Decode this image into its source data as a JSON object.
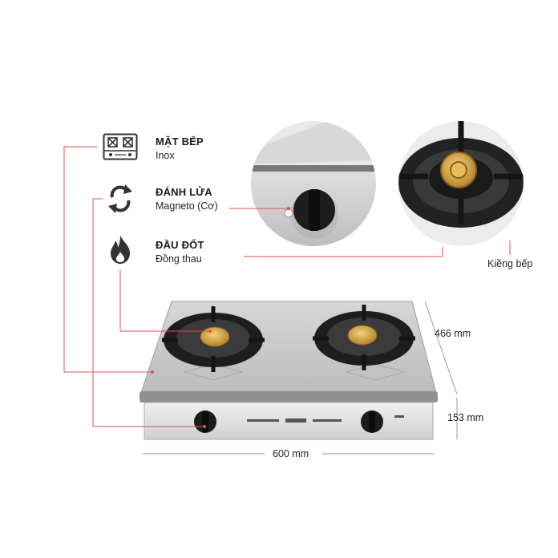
{
  "features": [
    {
      "icon": "stove-top-icon",
      "title": "MẶT BẾP",
      "subtitle": "Inox"
    },
    {
      "icon": "ignition-rotate-icon",
      "title": "ĐÁNH LỬA",
      "subtitle": "Magneto (Cơ)"
    },
    {
      "icon": "flame-icon",
      "title": "ĐẦU ĐỐT",
      "subtitle": "Đồng thau"
    }
  ],
  "callouts": {
    "pan_support": "Kiềng bếp"
  },
  "dimensions": {
    "depth": "466 mm",
    "height": "153 mm",
    "width": "600 mm"
  },
  "colors": {
    "leader_line": "#d9534f",
    "stainless": "#c9c9c9",
    "burner_brass": "#d9a640",
    "grate": "#1e1e1e"
  }
}
